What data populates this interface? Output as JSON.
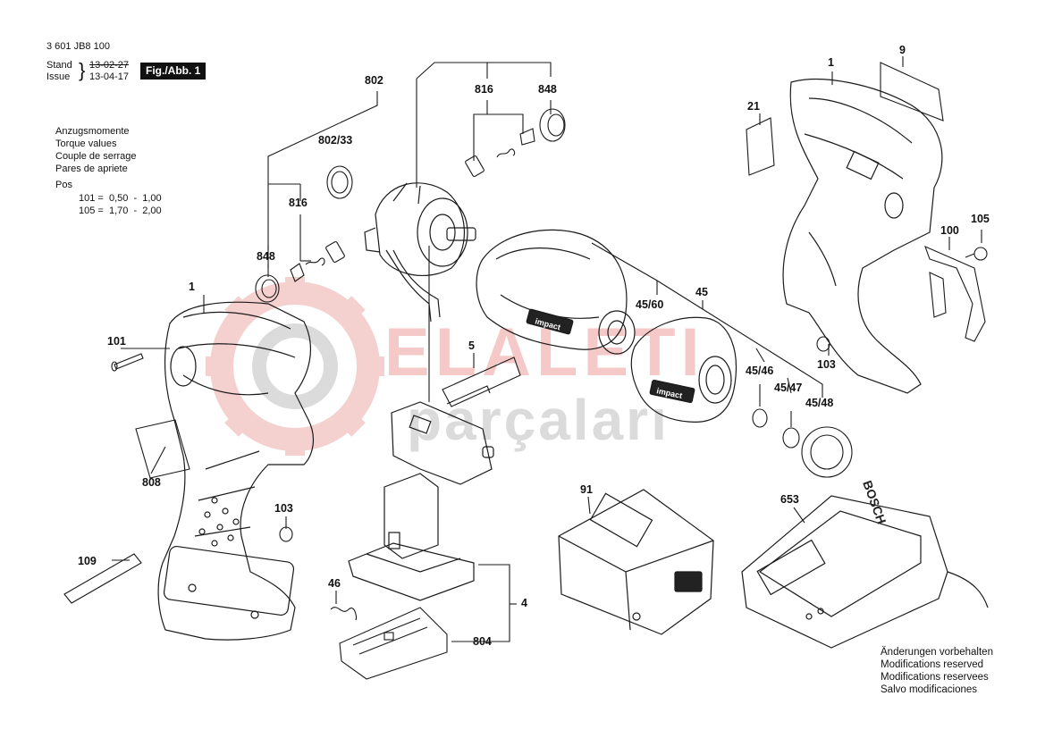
{
  "header": {
    "part_number": "3 601 JB8 100",
    "stand_label": "Stand",
    "issue_label": "Issue",
    "date_old": "13-02-27",
    "date_new": "13-04-17",
    "figure": "Fig./Abb. 1"
  },
  "torque": {
    "lines": [
      "Anzugsmomente",
      "Torque values",
      "Couple de serrage",
      "Pares de apriete"
    ],
    "pos_label": "Pos",
    "values": [
      "101 =  0,50  -  1,00",
      "105 =  1,70  -  2,00"
    ]
  },
  "watermark": {
    "line1": "ELALETI",
    "line2": "parçaları"
  },
  "parts": {
    "p1_left": "1",
    "p1_right": "1",
    "p4": "4",
    "p5": "5",
    "p9": "9",
    "p21": "21",
    "p45": "45",
    "p45_46": "45/46",
    "p45_47": "45/47",
    "p45_48": "45/48",
    "p45_60": "45/60",
    "p46": "46",
    "p91": "91",
    "p100": "100",
    "p101": "101",
    "p103_left": "103",
    "p103_right": "103",
    "p105": "105",
    "p109": "109",
    "p653": "653",
    "p802": "802",
    "p802_33": "802/33",
    "p804": "804",
    "p808": "808",
    "p816_top": "816",
    "p816_left": "816",
    "p848_top": "848",
    "p848_left": "848"
  },
  "product_marks": {
    "impact_housing": "impact",
    "impact_cover": "impact",
    "charger_brand": "BOSCH"
  },
  "notes": [
    "Änderungen vorbehalten",
    "Modifications reserved",
    "Modifications reservees",
    "Salvo modificaciones"
  ]
}
